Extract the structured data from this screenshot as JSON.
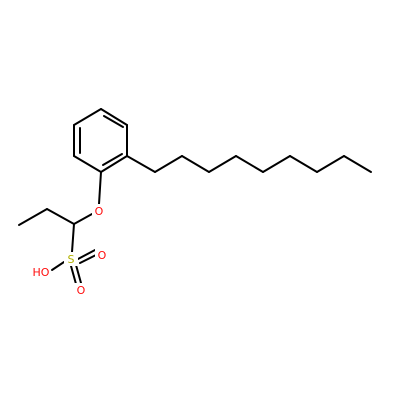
{
  "colors": {
    "background": "#ffffff",
    "bond": "#000000",
    "oxygen": "#ff0d0d",
    "sulfur": "#b2b200"
  },
  "atoms": [
    {
      "id": "o-ether",
      "text": "O",
      "element": "oxygen"
    },
    {
      "id": "s",
      "text": "S",
      "element": "sulfur"
    },
    {
      "id": "oh",
      "text": "HO",
      "element": "oxygen"
    },
    {
      "id": "o-right",
      "text": "O",
      "element": "oxygen"
    },
    {
      "id": "o-bottom",
      "text": "O",
      "element": "oxygen"
    }
  ]
}
